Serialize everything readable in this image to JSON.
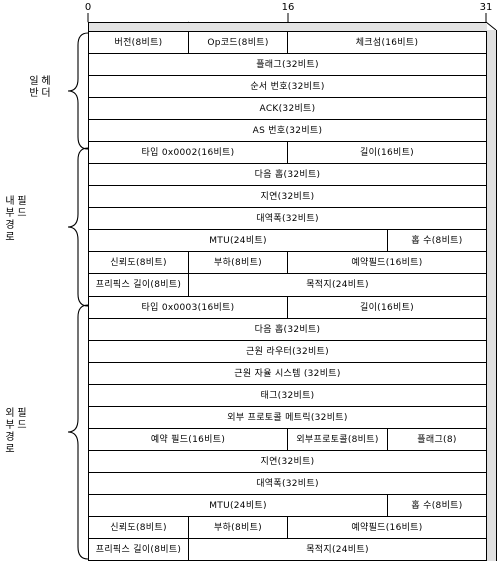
{
  "ticks": [
    "0",
    "16",
    "31"
  ],
  "groups": [
    {
      "id": "common",
      "label_cols": [
        "일반",
        "헤더"
      ]
    },
    {
      "id": "internal",
      "label_cols": [
        "내부 경로",
        "필드"
      ]
    },
    {
      "id": "external",
      "label_cols": [
        "외부 경로",
        "필드"
      ]
    }
  ],
  "rows": [
    [
      {
        "text": "버전(8비트)",
        "bits": 8
      },
      {
        "text": "Op코드\n(8비트)",
        "bits": 8
      },
      {
        "text": "체크섬(16비트)",
        "bits": 16
      }
    ],
    [
      {
        "text": "플래그(32비트)",
        "bits": 32
      }
    ],
    [
      {
        "text": "순서 번호(32비트)",
        "bits": 32
      }
    ],
    [
      {
        "text": "ACK(32비트)",
        "bits": 32
      }
    ],
    [
      {
        "text": "AS 번호(32비트)",
        "bits": 32
      }
    ],
    [
      {
        "text": "타입 0x0002(16비트)",
        "bits": 16
      },
      {
        "text": "길이(16비트)",
        "bits": 16
      }
    ],
    [
      {
        "text": "다음 홉(32비트)",
        "bits": 32
      }
    ],
    [
      {
        "text": "지연(32비트)",
        "bits": 32
      }
    ],
    [
      {
        "text": "대역폭(32비트)",
        "bits": 32
      }
    ],
    [
      {
        "text": "MTU(24비트)",
        "bits": 24
      },
      {
        "text": "홉 수(8비트)",
        "bits": 8
      }
    ],
    [
      {
        "text": "신뢰도\n(8비트)",
        "bits": 8
      },
      {
        "text": "부하(8비트)",
        "bits": 8
      },
      {
        "text": "예약필드(16비트)",
        "bits": 16
      }
    ],
    [
      {
        "text": "프리픽스 길이\n(8비트)",
        "bits": 8
      },
      {
        "text": "목적지(24비트)",
        "bits": 24
      }
    ],
    [
      {
        "text": "타입 0x0003(16비트)",
        "bits": 16
      },
      {
        "text": "길이(16비트)",
        "bits": 16
      }
    ],
    [
      {
        "text": "다음 홉(32비트)",
        "bits": 32
      }
    ],
    [
      {
        "text": "근원 라우터(32비트)",
        "bits": 32
      }
    ],
    [
      {
        "text": "근원 자율 시스템 (32비트)",
        "bits": 32
      }
    ],
    [
      {
        "text": "태그(32비트)",
        "bits": 32
      }
    ],
    [
      {
        "text": "외부 프로토콜 메트릭(32비트)",
        "bits": 32
      }
    ],
    [
      {
        "text": "예약 필드(16비트)",
        "bits": 16
      },
      {
        "text": "외부프로토콜\n(8비트)",
        "bits": 8
      },
      {
        "text": "플래그(8)",
        "bits": 8
      }
    ],
    [
      {
        "text": "지연(32비트)",
        "bits": 32
      }
    ],
    [
      {
        "text": "대역폭(32비트)",
        "bits": 32
      }
    ],
    [
      {
        "text": "MTU(24비트)",
        "bits": 24
      },
      {
        "text": "홉 수(8비트)",
        "bits": 8
      }
    ],
    [
      {
        "text": "신뢰도\n(8비트)",
        "bits": 8
      },
      {
        "text": "부하(8비트)",
        "bits": 8
      },
      {
        "text": "예약필드(16비트)",
        "bits": 16
      }
    ],
    [
      {
        "text": "프리픽스 길이\n(8비트)",
        "bits": 8
      },
      {
        "text": "목적지(24비트)",
        "bits": 24
      }
    ]
  ]
}
